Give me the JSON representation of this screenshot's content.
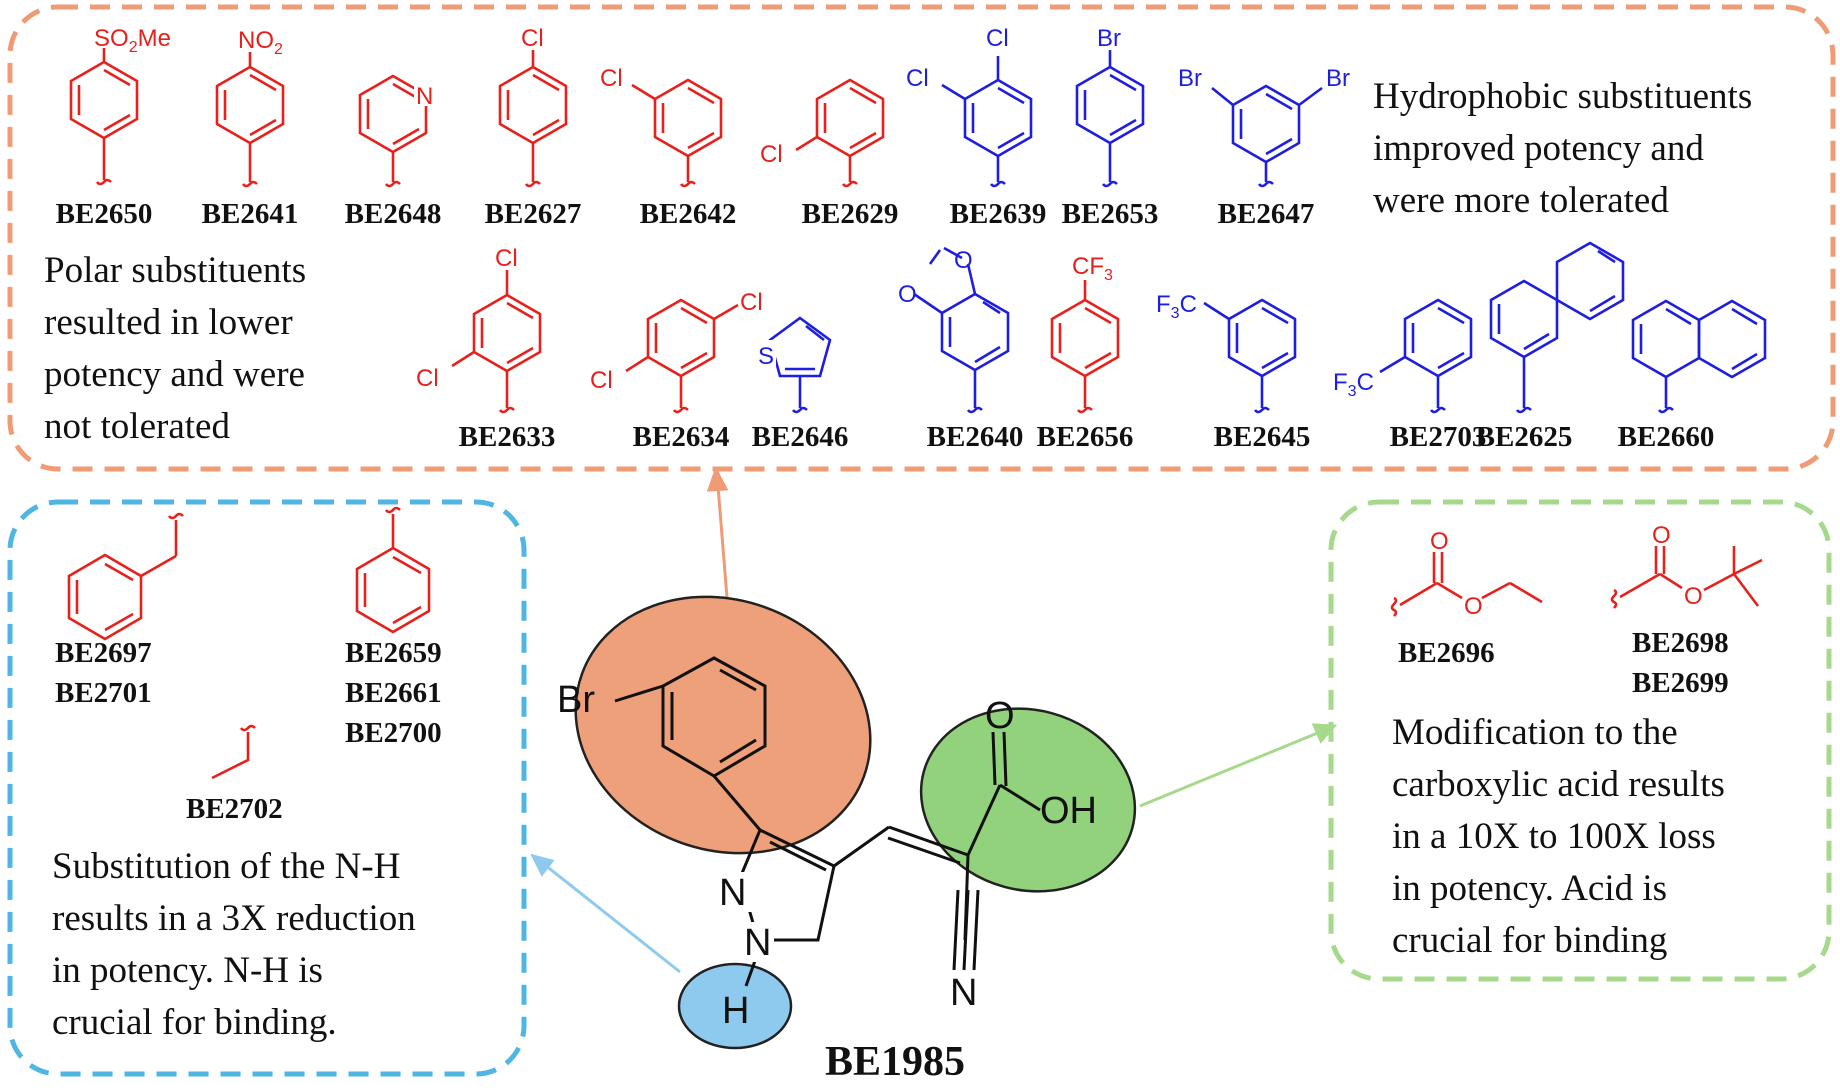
{
  "colors": {
    "polar": "#e8201c",
    "hydrophobic": "#1e1ee0",
    "orange_box": "#ef9b76",
    "blue_box": "#4fb6e4",
    "green_box": "#a6d98c",
    "orange_fill": "#eea07b",
    "green_fill": "#93d27c",
    "blue_fill": "#8ec9ee",
    "ink": "#111111"
  },
  "top_panel": {
    "hydrophobic_text": [
      "Hydrophobic substituents",
      "improved potency and",
      "were more tolerated"
    ],
    "polar_text": [
      "Polar substituents",
      "resulted in lower",
      "potency and were",
      "not tolerated"
    ],
    "row1": [
      {
        "id": "BE2650",
        "label": "BE2650",
        "group": "SO2Me",
        "class": "polar"
      },
      {
        "id": "BE2641",
        "label": "BE2641",
        "group": "NO2",
        "class": "polar"
      },
      {
        "id": "BE2648",
        "label": "BE2648",
        "group": "N",
        "class": "polar"
      },
      {
        "id": "BE2627",
        "label": "BE2627",
        "group": "Cl",
        "class": "polar"
      },
      {
        "id": "BE2642",
        "label": "BE2642",
        "group": "Cl",
        "class": "polar"
      },
      {
        "id": "BE2629",
        "label": "BE2629",
        "group": "Cl",
        "class": "polar"
      },
      {
        "id": "BE2639",
        "label": "BE2639",
        "group": "Cl, Cl",
        "class": "hydrophobic"
      },
      {
        "id": "BE2653",
        "label": "BE2653",
        "group": "Br",
        "class": "hydrophobic"
      },
      {
        "id": "BE2647",
        "label": "BE2647",
        "group": "Br, Br",
        "class": "hydrophobic"
      }
    ],
    "row2": [
      {
        "id": "BE2633",
        "label": "BE2633",
        "group": "Cl, Cl",
        "class": "polar"
      },
      {
        "id": "BE2634",
        "label": "BE2634",
        "group": "Cl, Cl",
        "class": "polar"
      },
      {
        "id": "BE2646",
        "label": "BE2646",
        "group": "S",
        "class": "hydrophobic"
      },
      {
        "id": "BE2640",
        "label": "BE2640",
        "group": "O, O",
        "class": "hydrophobic"
      },
      {
        "id": "BE2656",
        "label": "BE2656",
        "group": "CF3",
        "class": "polar"
      },
      {
        "id": "BE2645",
        "label": "BE2645",
        "group": "F3C",
        "class": "hydrophobic"
      },
      {
        "id": "BE2703",
        "label": "BE2703",
        "group": "F3C",
        "class": "hydrophobic"
      },
      {
        "id": "BE2625",
        "label": "BE2625",
        "group": "",
        "class": "hydrophobic"
      },
      {
        "id": "BE2660",
        "label": "BE2660",
        "group": "",
        "class": "hydrophobic"
      }
    ],
    "atoms": {
      "so2me": [
        "SO",
        "2",
        "Me"
      ],
      "no2": [
        "NO",
        "2"
      ],
      "cf3": [
        "CF",
        "3"
      ],
      "f3c": [
        "F",
        "3",
        "C"
      ],
      "n": "N",
      "cl": "Cl",
      "br": "Br",
      "s": "S",
      "o": "O"
    }
  },
  "left_panel": {
    "labels": {
      "benzyl": [
        "BE2697",
        "BE2701"
      ],
      "phenyl": [
        "BE2659",
        "BE2661",
        "BE2700"
      ],
      "ethyl": [
        "BE2702"
      ]
    },
    "text": [
      "Substitution of the N-H",
      "results in a 3X reduction",
      "in potency.  N-H is",
      "crucial for binding."
    ]
  },
  "right_panel": {
    "labels": {
      "ethyl_ester": [
        "BE2696"
      ],
      "tbutyl_ester": [
        "BE2698",
        "BE2699"
      ]
    },
    "text": [
      "Modification to the",
      "carboxylic acid results",
      "in a 10X to 100X loss",
      "in potency. Acid is",
      "crucial for binding"
    ]
  },
  "core": {
    "name": "BE1985",
    "atoms": {
      "br": "Br",
      "o": "O",
      "oh": "OH",
      "n1": "N",
      "n2": "N",
      "h": "H",
      "n_nitrile": "N"
    }
  }
}
